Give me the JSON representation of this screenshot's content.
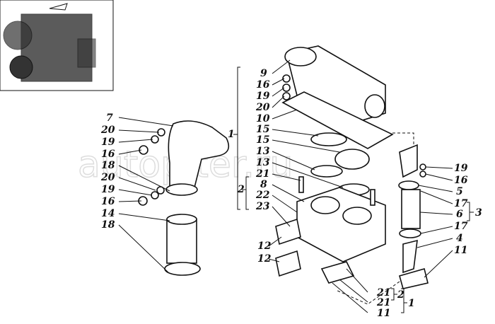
{
  "watermark": "autopiter.ru",
  "left_labels": [
    "7",
    "20",
    "19",
    "16",
    "18",
    "20",
    "19",
    "16",
    "14",
    "18"
  ],
  "center_labels": [
    "9",
    "16",
    "19",
    "20",
    "10",
    "15",
    "15",
    "13",
    "13",
    "21",
    "8",
    "22",
    "23"
  ],
  "center_groups": [
    "1",
    "2"
  ],
  "right_labels": [
    "19",
    "16",
    "5",
    "17",
    "6",
    "17",
    "4",
    "11"
  ],
  "right_group": "3",
  "lower_left_labels": [
    "12",
    "12"
  ],
  "bottom_labels": [
    "21",
    "21",
    "11"
  ],
  "bottom_groups": [
    "2",
    "1"
  ]
}
